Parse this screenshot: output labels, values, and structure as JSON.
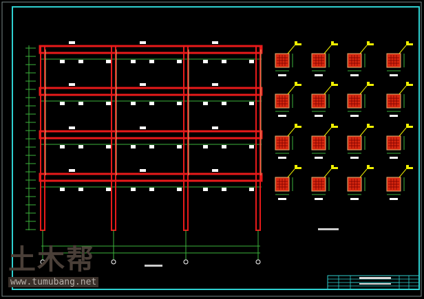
{
  "drawing": {
    "type": "frame-elevation-and-column-sections",
    "bays": 3,
    "stories": 4,
    "section_rows": 4,
    "section_cols": 4
  },
  "watermark": {
    "logo_text": "土木帮",
    "url": "www.tumubang.net"
  },
  "colors": {
    "background": "#000000",
    "border": "#2fd0d0",
    "beam": "#e81a1a",
    "dimension": "#3cb43c",
    "text": "#ffffff",
    "leader": "#f0f000",
    "section_fill": "#d8280f",
    "section_edge": "#e6b070"
  }
}
